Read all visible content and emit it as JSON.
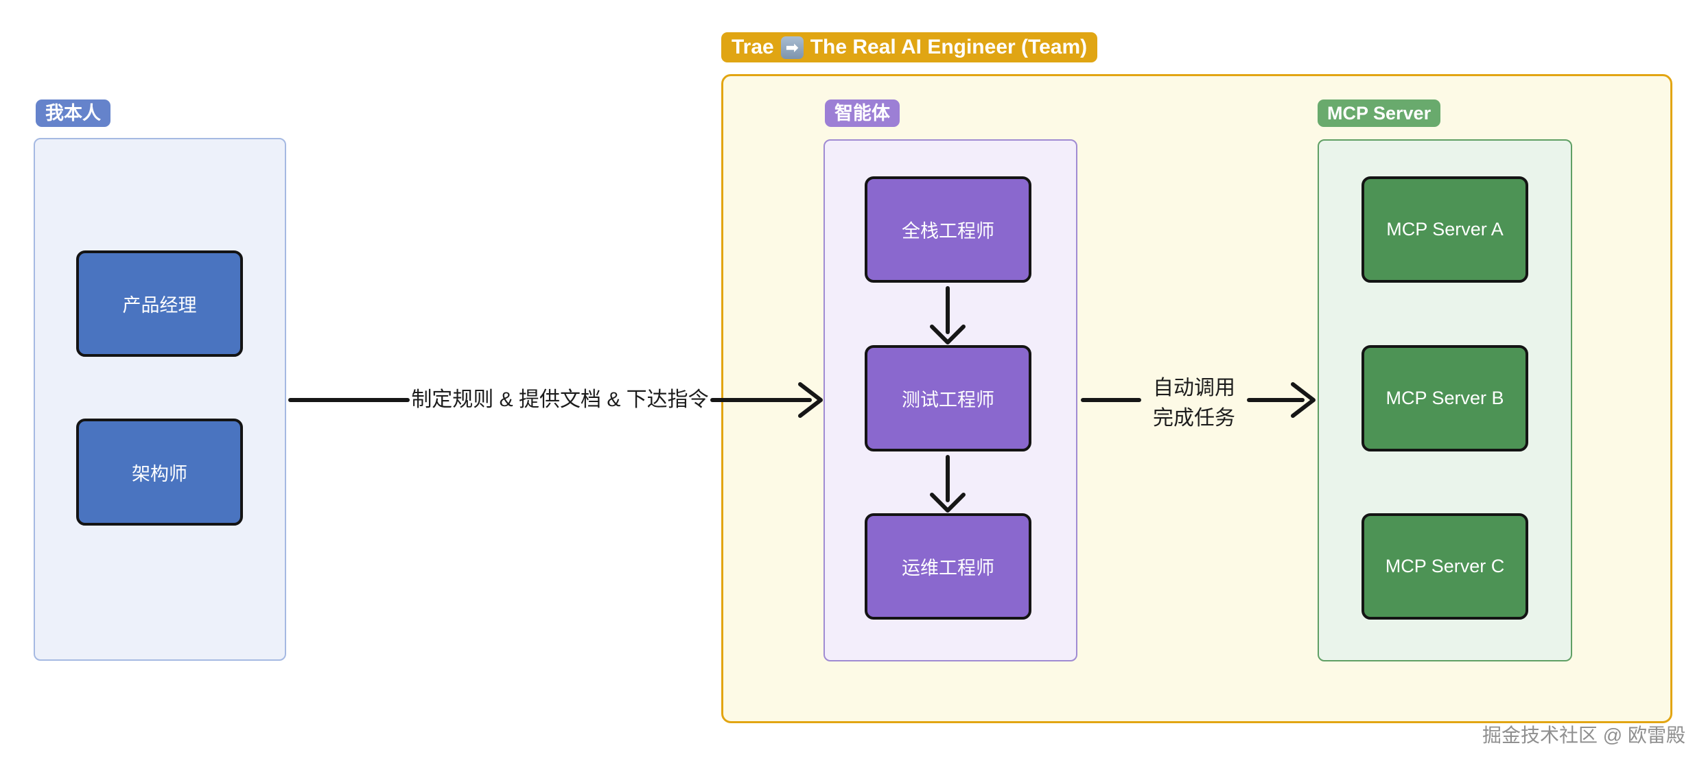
{
  "colors": {
    "blue_label_bg": "#6583cb",
    "blue_node_bg": "#4a74c0",
    "blue_container_bg": "#edf1fa",
    "blue_container_border": "#a5b9e2",
    "amber_title_bg": "#e0a513",
    "yellow_container_bg": "#fdfae6",
    "yellow_container_border": "#e2a512",
    "purple_label_bg": "#9c7fd5",
    "purple_node_bg": "#8a68ce",
    "purple_container_bg": "#f3eefb",
    "purple_container_border": "#9f8ad2",
    "green_label_bg": "#69aa6d",
    "green_node_bg": "#4d9355",
    "green_container_bg": "#eaf4eb",
    "green_container_border": "#5f9f64",
    "arrow_stroke": "#161616",
    "node_border": "#141414"
  },
  "me_group": {
    "label": "我本人",
    "boxes": [
      {
        "label": "产品经理"
      },
      {
        "label": "架构师"
      }
    ]
  },
  "team_group": {
    "title_prefix": "Trae",
    "title_emoji": "➡",
    "title_suffix": "The Real AI Engineer (Team)"
  },
  "agents_group": {
    "label": "智能体",
    "boxes": [
      {
        "label": "全栈工程师"
      },
      {
        "label": "测试工程师"
      },
      {
        "label": "运维工程师"
      }
    ]
  },
  "mcp_group": {
    "label": "MCP Server",
    "boxes": [
      {
        "label": "MCP Server A"
      },
      {
        "label": "MCP Server B"
      },
      {
        "label": "MCP Server C"
      }
    ]
  },
  "edges": {
    "me_to_agents": "制定规则 & 提供文档 & 下达指令",
    "agents_to_mcp_line1": "自动调用",
    "agents_to_mcp_line2": "完成任务"
  },
  "watermark": {
    "text": "掘金技术社区 @ 欧雷殿"
  }
}
